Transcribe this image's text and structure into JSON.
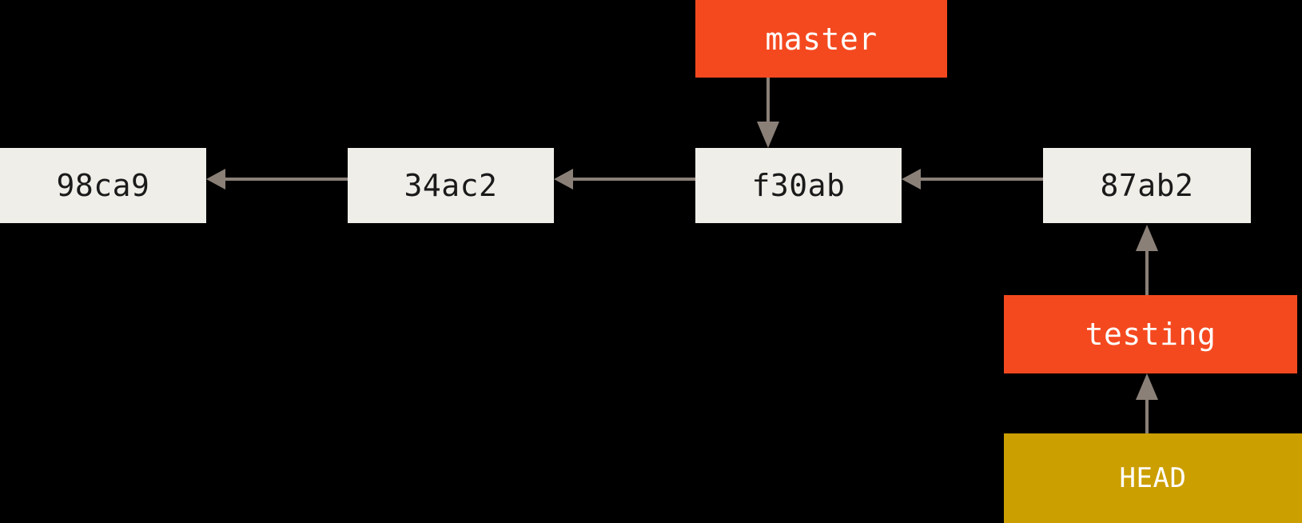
{
  "diagram": {
    "title": "git-branch-pointers",
    "background_color": "#000000",
    "commit_fill": "#EFEEE8",
    "commit_text_color": "#1A1A1A",
    "branch_fill": "#F4491F",
    "branch_text_color": "#FFFFFF",
    "head_fill": "#CC9F00",
    "head_text_color": "#FFFFFF",
    "edge_color": "#8A8078"
  },
  "commits": [
    {
      "id": "commit-98ca9",
      "label": "98ca9"
    },
    {
      "id": "commit-34ac2",
      "label": "34ac2"
    },
    {
      "id": "commit-f30ab",
      "label": "f30ab"
    },
    {
      "id": "commit-87ab2",
      "label": "87ab2"
    }
  ],
  "branches": [
    {
      "id": "branch-master",
      "label": "master",
      "points_to": "f30ab"
    },
    {
      "id": "branch-testing",
      "label": "testing",
      "points_to": "87ab2"
    }
  ],
  "pointers": [
    {
      "id": "head-pointer",
      "label": "HEAD",
      "points_to": "testing"
    }
  ],
  "edges": [
    {
      "from": "34ac2",
      "to": "98ca9",
      "kind": "parent-link"
    },
    {
      "from": "f30ab",
      "to": "34ac2",
      "kind": "parent-link"
    },
    {
      "from": "87ab2",
      "to": "f30ab",
      "kind": "parent-link"
    },
    {
      "from": "master",
      "to": "f30ab",
      "kind": "branch-pointer"
    },
    {
      "from": "testing",
      "to": "87ab2",
      "kind": "branch-pointer"
    },
    {
      "from": "HEAD",
      "to": "testing",
      "kind": "head-pointer"
    }
  ]
}
